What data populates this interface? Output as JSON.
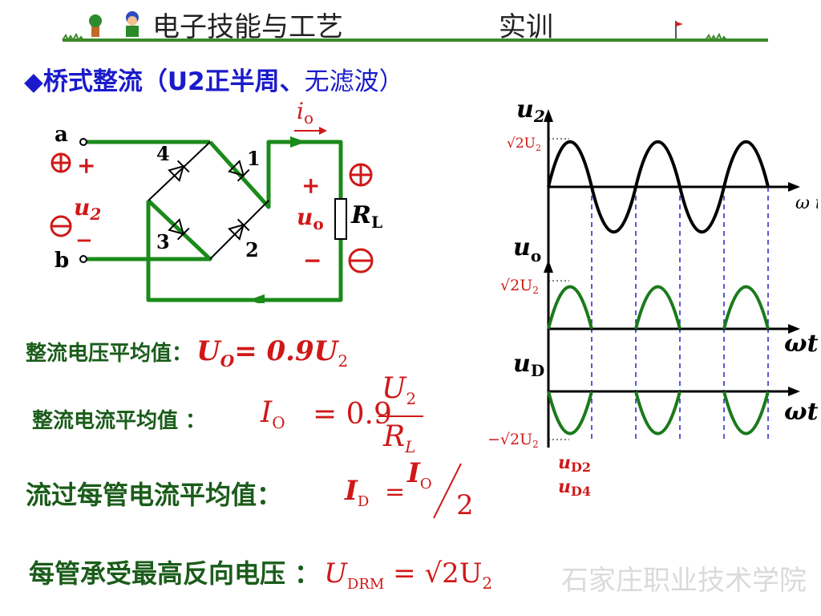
{
  "header": {
    "title": "电子技能与工艺",
    "subtitle": "实训"
  },
  "slide": {
    "heading_prefix": "◆桥式整流（U2正半周、",
    "heading_suffix": "无滤波）",
    "circuit": {
      "io_label": "i",
      "io_sub": "o",
      "node_a": "a",
      "node_b": "b",
      "plus": "+",
      "minus": "−",
      "u2_var": "u",
      "u2_sub": "2",
      "uo_var": "u",
      "uo_sub": "o",
      "rl_var": "R",
      "rl_sub": "L",
      "d1": "1",
      "d2": "2",
      "d3": "3",
      "d4": "4"
    },
    "waveform": {
      "u2_var": "u",
      "u2_sub": "2",
      "uo_var": "u",
      "uo_sub": "o",
      "ud_var": "u",
      "ud_sub": "D",
      "peak_label": "√2U",
      "peak_sub": "2",
      "neg_peak_label": "−√2U",
      "neg_peak_sub": "2",
      "wt_label": "ω t",
      "wt2_label": "ωt",
      "wt3_label": "ωt",
      "ud2_var": "u",
      "ud2_sub": "D2",
      "ud4_var": "u",
      "ud4_sub": "D4"
    },
    "formulas": {
      "f1_label": "整流电压平均值：",
      "f1_lhs": "U",
      "f1_lhs_sub": "O",
      "f1_rhs": "= 0.9U",
      "f1_rhs_sub": "2",
      "f2_label": "整流电流平均值 ：",
      "f2_lhs": "I",
      "f2_lhs_sub": "O",
      "f2_eq": "= 0.9",
      "f2_num": "U",
      "f2_num_sub": "2",
      "f2_den": "R",
      "f2_den_sub": "L",
      "f3_label": "流过每管电流平均值：",
      "f3_lhs": "I",
      "f3_lhs_sub": "D",
      "f3_eq": "=",
      "f3_num": "I",
      "f3_num_sub": "O",
      "f3_den": "2",
      "f4_label": "每管承受最高反向电压 ：",
      "f4_lhs": "U",
      "f4_lhs_sub": "DRM",
      "f4_eq": "=",
      "f4_rhs": "√2U",
      "f4_rhs_sub": "2"
    },
    "watermark": "石家庄职业技术学院"
  },
  "colors": {
    "green_wire": "#1a8a1a",
    "green_text": "#1a5c1a",
    "red": "#d01818",
    "blue": "#1a1acc"
  }
}
